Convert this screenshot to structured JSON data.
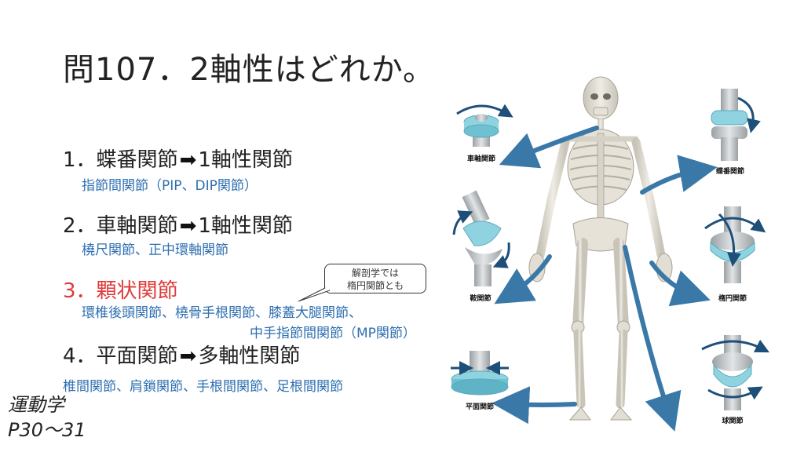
{
  "title": "問107．2軸性はどれか。",
  "items": [
    {
      "number": "1．",
      "name": "蝶番関節",
      "arrow": "➡",
      "result": "1軸性関節",
      "examples": [
        "指節間関節（PIP、DIP関節）"
      ],
      "highlight": false
    },
    {
      "number": "2．",
      "name": "車軸関節",
      "arrow": "➡",
      "result": "1軸性関節",
      "examples": [
        "橈尺関節、正中環軸関節"
      ],
      "highlight": false
    },
    {
      "number": "3．",
      "name": "顆状関節",
      "arrow": "",
      "result": "",
      "examples": [
        "環椎後頭関節、橈骨手根関節、膝蓋大腿関節、",
        "中手指節間関節（MP関節）"
      ],
      "highlight": true,
      "highlight_color": "#e03a3a"
    },
    {
      "number": "4．",
      "name": "平面関節",
      "arrow": "➡",
      "result": "多軸性関節",
      "examples": [
        "椎間関節、肩鎖関節、手根間関節、足根間関節"
      ],
      "highlight": false
    }
  ],
  "callout": {
    "line1": "解剖学では",
    "line2": "楕円関節とも"
  },
  "reference": {
    "line1": "運動学",
    "line2": "P30～31"
  },
  "figure": {
    "labels": {
      "pivot": "車軸関節",
      "hinge": "蝶番関節",
      "saddle": "鞍関節",
      "ellipsoid": "楕円関節",
      "plane": "平面関節",
      "ball": "球関節"
    }
  },
  "colors": {
    "sub_text": "#2e6fb0",
    "accent_arrow": "#3a78a8",
    "joint_fill": "#8fd3e0",
    "bone": "#d9d5cc"
  }
}
